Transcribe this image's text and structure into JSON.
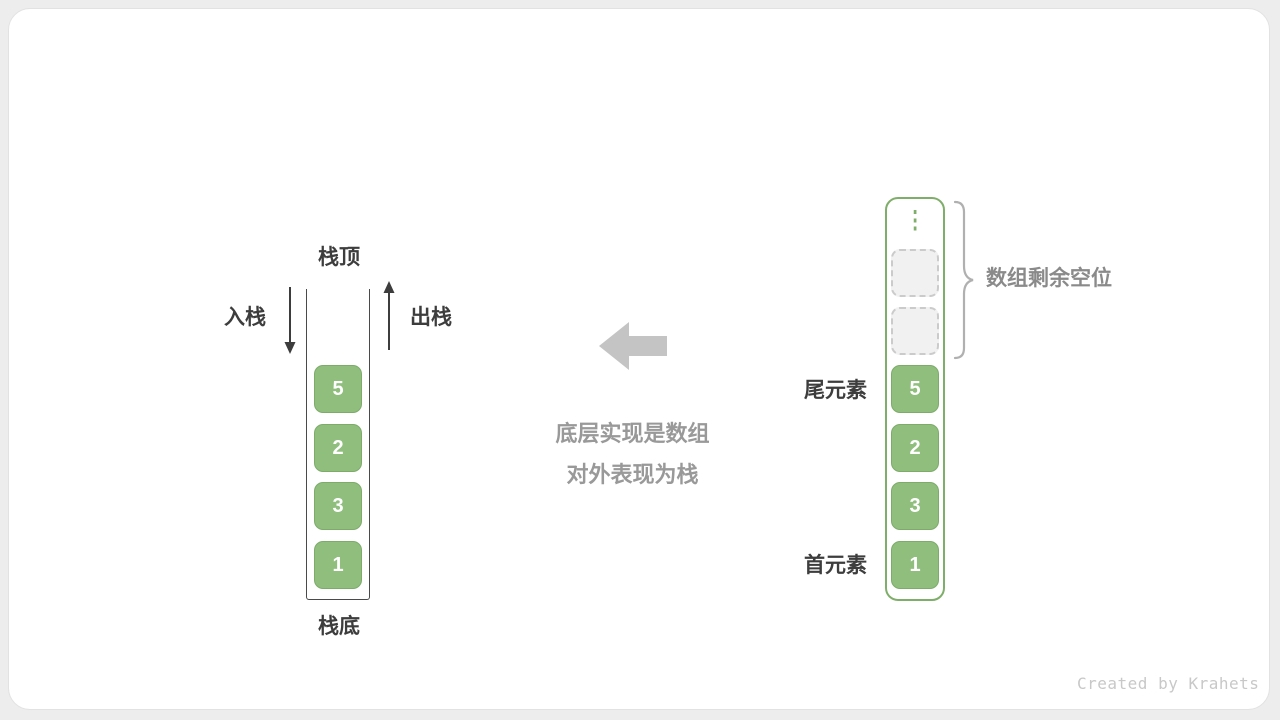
{
  "colors": {
    "cell_green": "#8fbe7d",
    "array_border_green": "#7fae6b",
    "dark_text": "#3d3d3d",
    "gray_text": "#999999",
    "big_arrow_gray": "#c4c4c4",
    "empty_cell_fill": "#f1f1f1",
    "empty_cell_border": "#cbcbcb",
    "brace_gray": "#b0b0b0",
    "credit_gray": "#c8c8c8"
  },
  "stack_diagram": {
    "top_label": "栈顶",
    "bottom_label": "栈底",
    "push_label": "入栈",
    "pop_label": "出栈",
    "cells": [
      "5",
      "2",
      "3",
      "1"
    ]
  },
  "caption": {
    "line1": "底层实现是数组",
    "line2": "对外表现为栈"
  },
  "array_diagram": {
    "ellipsis": "⋮",
    "cells": [
      "5",
      "2",
      "3",
      "1"
    ],
    "tail_label": "尾元素",
    "head_label": "首元素",
    "brace_label": "数组剩余空位"
  },
  "credit": "Created by Krahets"
}
